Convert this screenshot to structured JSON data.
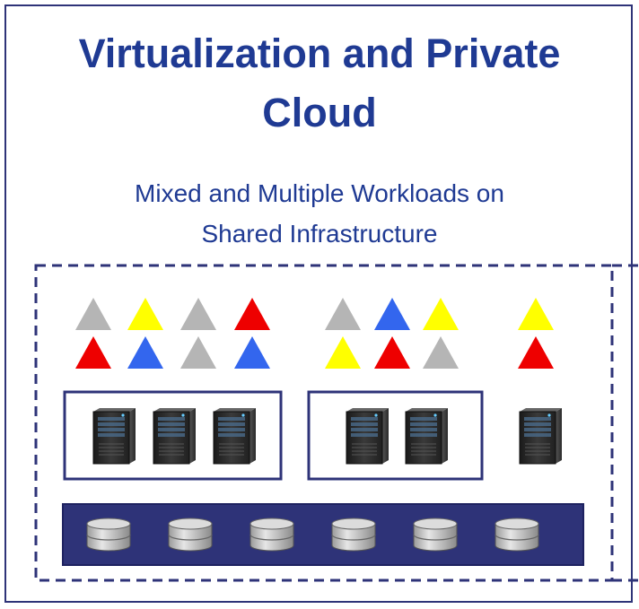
{
  "title": {
    "line1": "Virtualization and Private",
    "line2": "Cloud"
  },
  "subtitle": {
    "line1": "Mixed and Multiple Workloads on",
    "line2": "Shared Infrastructure"
  },
  "colors": {
    "frame": "#2e3378",
    "title_text": "#1f3a93",
    "dashed_border": "#2e3378",
    "storage_bar": "#2e3378",
    "gray": "#b5b5b5",
    "yellow": "#ffff00",
    "red": "#ee0000",
    "blue": "#3366ee"
  },
  "workload_groups": [
    {
      "name": "group-1",
      "rows": [
        [
          "gray",
          "yellow",
          "gray",
          "red"
        ],
        [
          "red",
          "blue",
          "gray",
          "blue"
        ]
      ],
      "servers": 3
    },
    {
      "name": "group-2",
      "rows": [
        [
          "gray",
          "blue",
          "yellow"
        ],
        [
          "yellow",
          "red",
          "gray"
        ]
      ],
      "servers": 2
    },
    {
      "name": "group-3",
      "rows": [
        [
          "yellow"
        ],
        [
          "red"
        ]
      ],
      "servers": 1
    }
  ],
  "storage_disks": 6
}
